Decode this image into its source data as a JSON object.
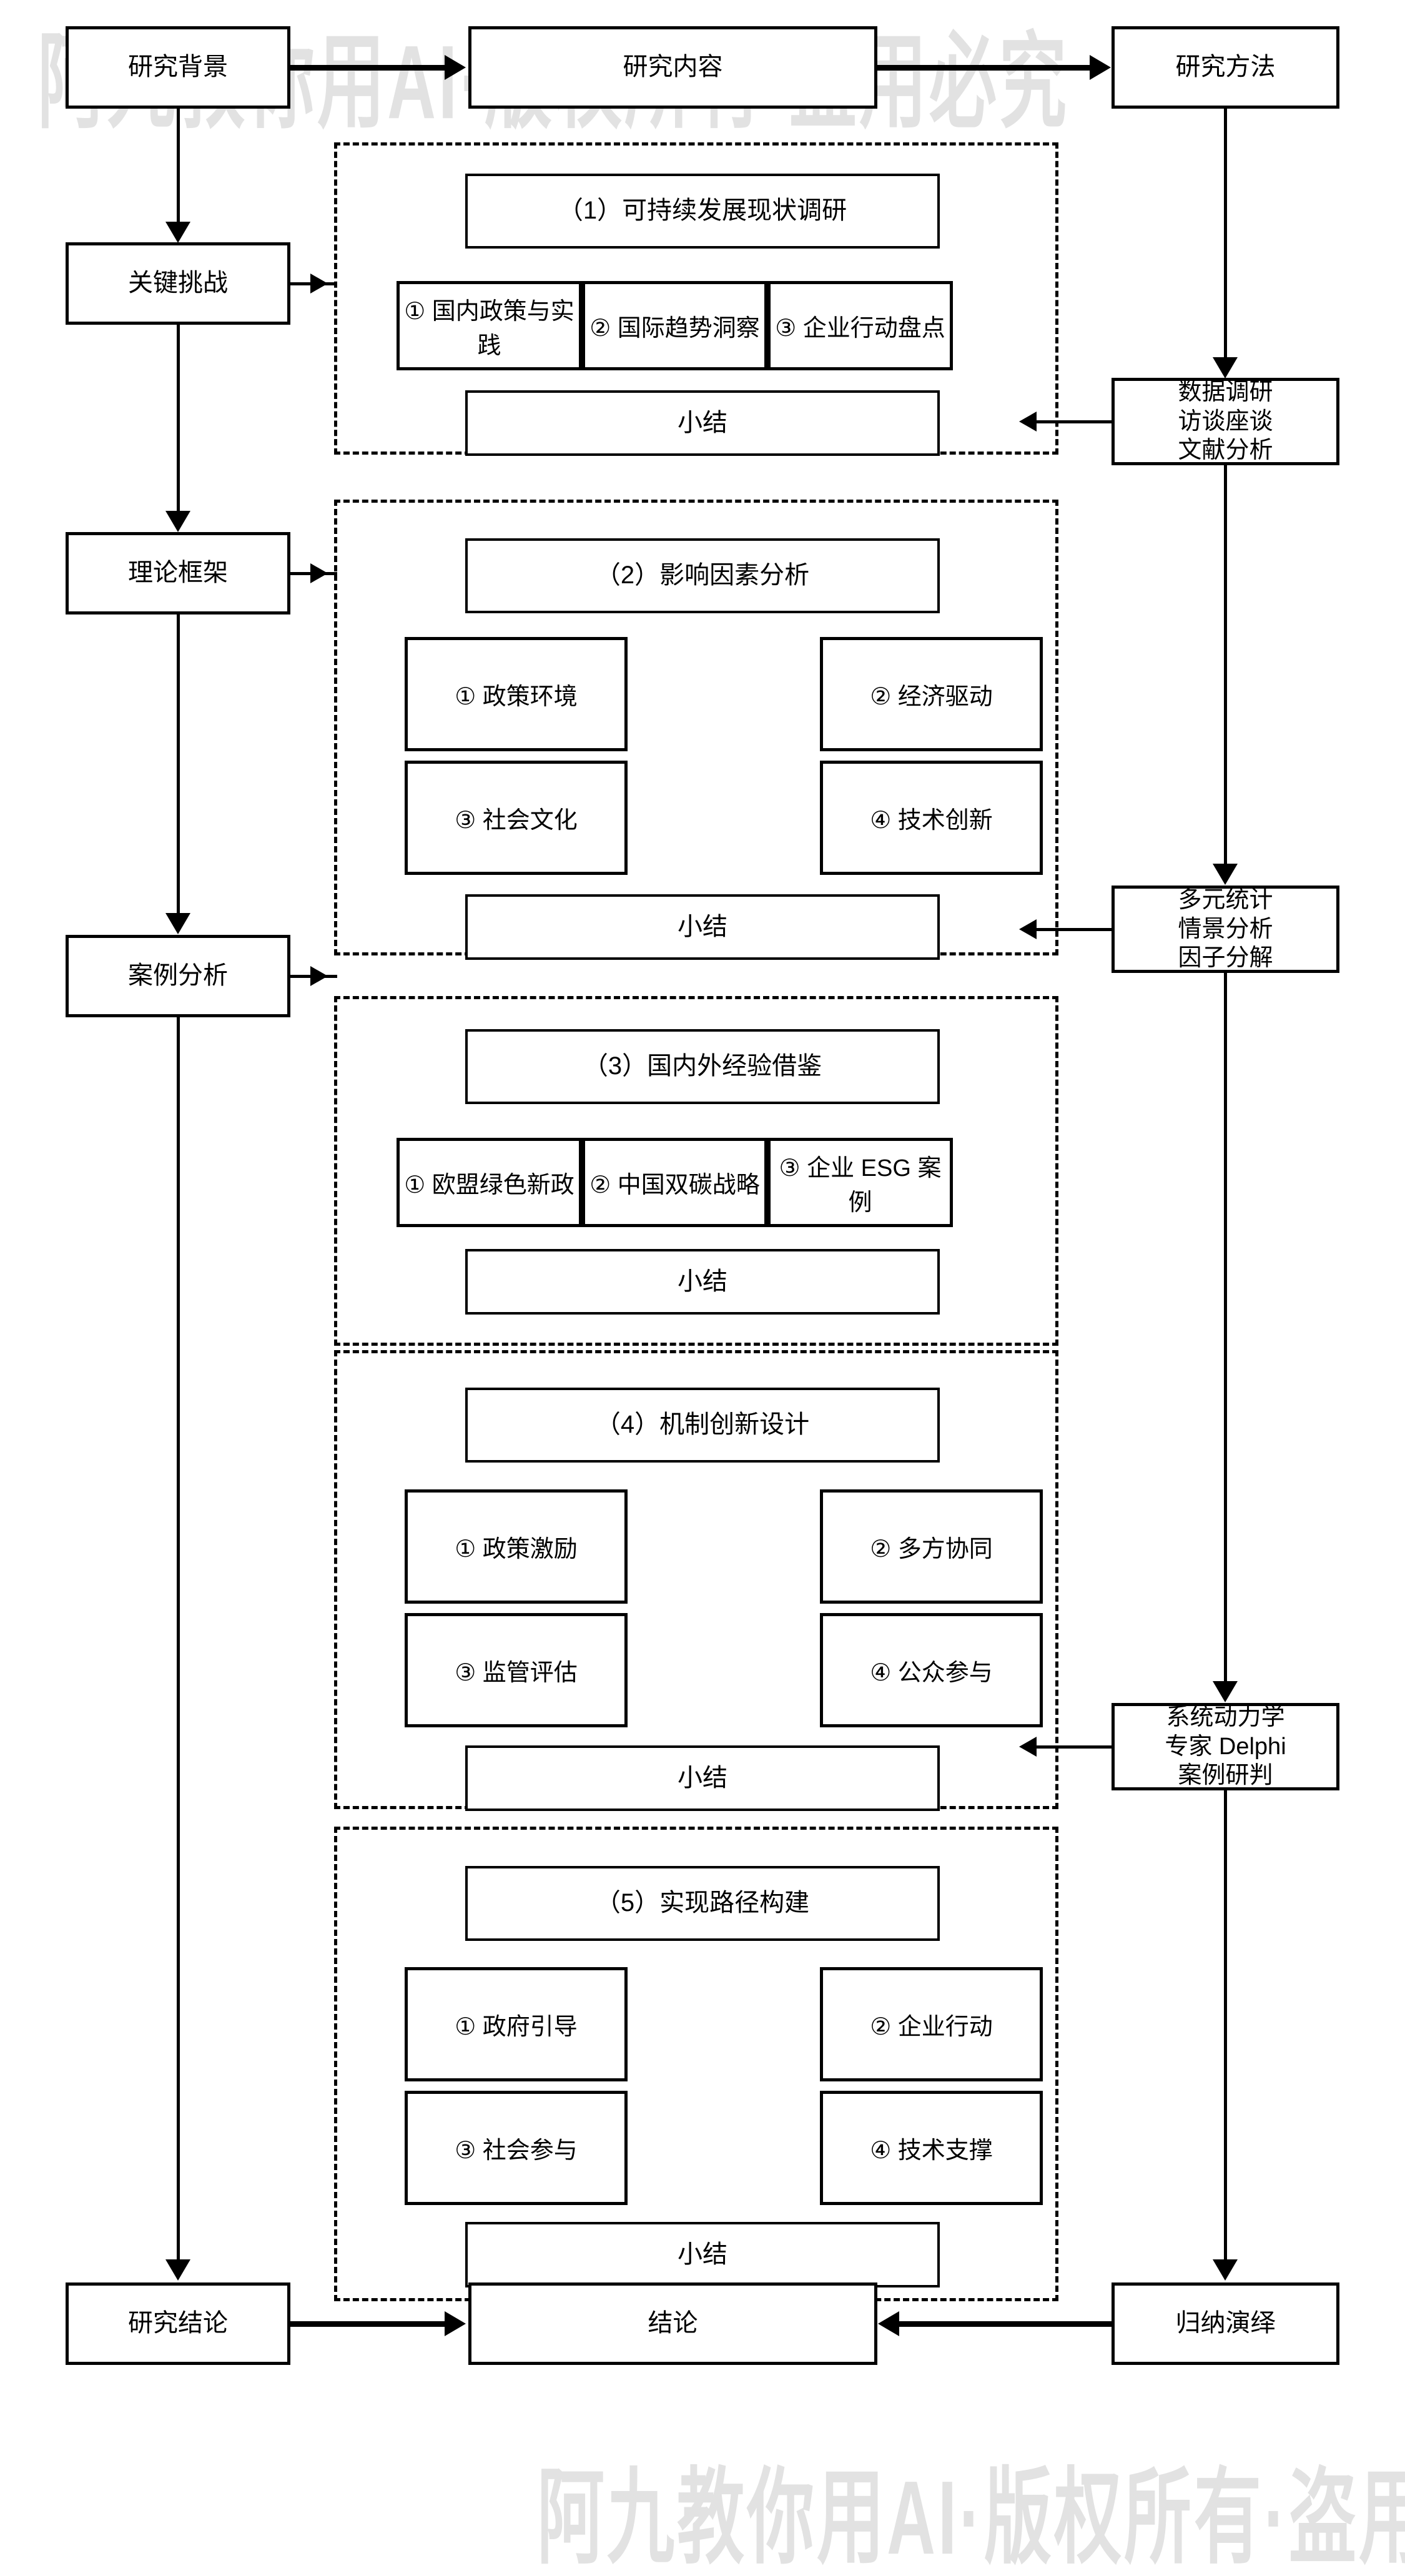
{
  "watermark": {
    "text": "阿九教你用AI·版权所有·盗用必究"
  },
  "colors": {
    "stroke": "#000000",
    "background": "#ffffff",
    "watermark": "#e2e2e2"
  },
  "left_column": {
    "items": [
      {
        "label": "研究背景"
      },
      {
        "label": "关键挑战"
      },
      {
        "label": "理论框架"
      },
      {
        "label": "案例分析"
      },
      {
        "label": "研究结论"
      }
    ]
  },
  "center_column": {
    "header": "研究内容",
    "footer": "结论",
    "summary_label": "小结",
    "sections": [
      {
        "title": "（1）可持续发展现状调研",
        "layout": "triple",
        "items": [
          "① 国内政策与实践",
          "② 国际趋势洞察",
          "③ 企业行动盘点"
        ],
        "summary": "小结"
      },
      {
        "title": "（2）影响因素分析",
        "layout": "grid2x2",
        "items": [
          "① 政策环境",
          "② 经济驱动",
          "③ 社会文化",
          "④ 技术创新"
        ],
        "summary": "小结"
      },
      {
        "title": "（3）国内外经验借鉴",
        "layout": "triple",
        "items": [
          "① 欧盟绿色新政",
          "② 中国双碳战略",
          "③ 企业 ESG 案例"
        ],
        "summary": "小结"
      },
      {
        "title": "（4）机制创新设计",
        "layout": "grid2x2",
        "items": [
          "① 政策激励",
          "② 多方协同",
          "③ 监管评估",
          "④ 公众参与"
        ],
        "summary": "小结"
      },
      {
        "title": "（5）实现路径构建",
        "layout": "grid2x2",
        "items": [
          "① 政府引导",
          "② 企业行动",
          "③ 社会参与",
          "④ 技术支撑"
        ],
        "summary": "小结"
      }
    ]
  },
  "right_column": {
    "header": "研究方法",
    "footer": "归纳演绎",
    "methods": [
      {
        "label": "数据调研\n访谈座谈\n文献分析"
      },
      {
        "label": "多元统计\n情景分析\n因子分解"
      },
      {
        "label": "系统动力学\n专家 Delphi\n案例研判"
      }
    ]
  }
}
